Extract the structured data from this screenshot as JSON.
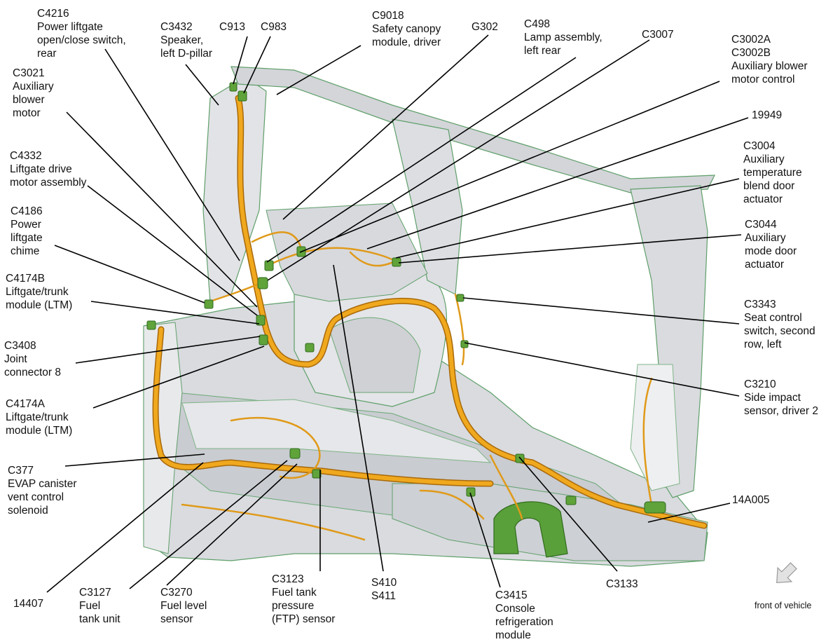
{
  "labels": {
    "c4216": "C4216\nPower liftgate\nopen/close switch,\nrear",
    "c3432": "C3432\nSpeaker,\nleft D-pillar",
    "c913": "C913",
    "c983": "C983",
    "c9018": "C9018\nSafety canopy\nmodule, driver",
    "g302": "G302",
    "c498": "C498\nLamp assembly,\nleft rear",
    "c3007": "C3007",
    "c3002": "C3002A\nC3002B\nAuxiliary blower\nmotor control",
    "c3021": "C3021\nAuxiliary\nblower\nmotor",
    "n19949": "19949",
    "c4332": "C4332\nLiftgate drive\nmotor assembly",
    "c3004": "C3004\nAuxiliary\ntemperature\nblend door\nactuator",
    "c4186": "C4186\nPower\nliftgate\nchime",
    "c3044": "C3044\nAuxiliary\nmode door\nactuator",
    "c4174b": "C4174B\nLiftgate/trunk\nmodule (LTM)",
    "c3343": "C3343\nSeat control\nswitch, second\nrow, left",
    "c3408": "C3408\nJoint\nconnector 8",
    "c3210": "C3210\nSide impact\nsensor, driver 2",
    "c4174a": "C4174A\nLiftgate/trunk\nmodule (LTM)",
    "c377": "C377\nEVAP canister\nvent control\nsolenoid",
    "n14a005": "14A005",
    "n14407": "14407",
    "c3127": "C3127\nFuel\ntank unit",
    "c3270": "C3270\nFuel level\nsensor",
    "c3123": "C3123\nFuel tank\npressure\n(FTP) sensor",
    "s410": "S410\nS411",
    "c3415": "C3415\nConsole\nrefrigeration\nmodule",
    "c3133": "C3133",
    "front_of_vehicle": "front of vehicle"
  },
  "icons": {
    "direction_arrow": "arrow-down-right-icon"
  },
  "colors": {
    "harness": "#f0a81e",
    "harness_edge": "#a8690a",
    "connector": "#5fa33a",
    "body_panel": "#d6d8dc",
    "body_edge": "#5f9f6a",
    "leader": "#000000"
  }
}
